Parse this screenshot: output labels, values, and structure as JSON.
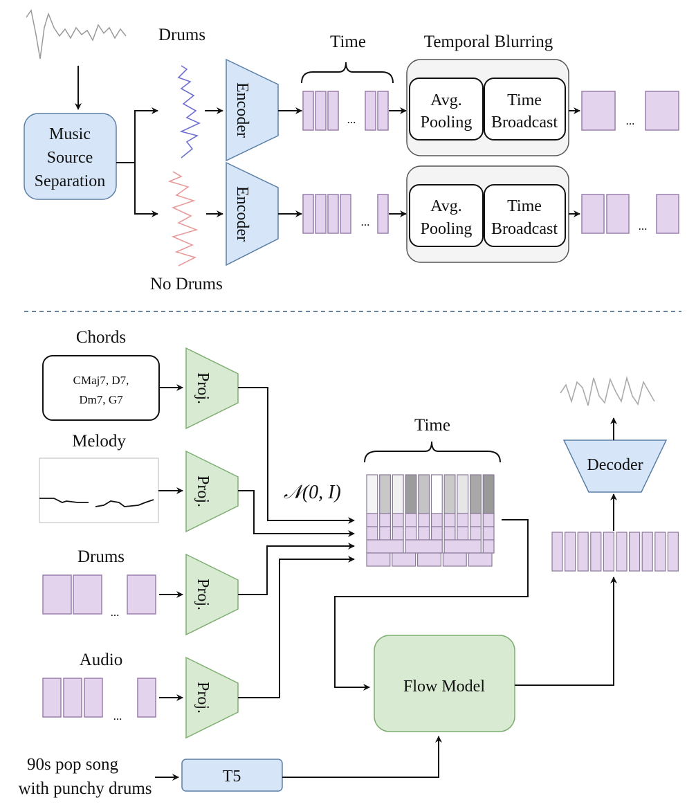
{
  "top": {
    "separation_label": [
      "Music",
      "Source",
      "Separation"
    ],
    "drums_label": "Drums",
    "no_drums_label": "No Drums",
    "encoder_label": "Encoder",
    "time_label": "Time",
    "temporal_blurring_label": "Temporal Blurring",
    "avg_pooling_label": [
      "Avg.",
      "Pooling"
    ],
    "time_broadcast_label": [
      "Time",
      "Broadcast"
    ],
    "ellipsis": "..."
  },
  "bottom": {
    "chords_label": "Chords",
    "chords_value": [
      "CMaj7, D7,",
      "Dm7, G7"
    ],
    "melody_label": "Melody",
    "drums_label": "Drums",
    "audio_label": "Audio",
    "proj_label": "Proj.",
    "noise_label": "𝒩(0, I)",
    "time_label": "Time",
    "decoder_label": "Decoder",
    "flow_model_label": "Flow Model",
    "t5_label": "T5",
    "prompt_text": [
      "90s pop song",
      "with punchy drums"
    ],
    "ellipsis": "..."
  },
  "colors": {
    "token_fill": "#e3d3ec",
    "blue_fill": "#d6e6f8",
    "green_fill": "#d8ebd2",
    "drums_wave": "#6f6fd0",
    "nodrums_wave": "#e89a9a",
    "mix_wave": "#999999"
  },
  "noise_shades": [
    "#f4f4f4",
    "#c8c8c8",
    "#f0f0f0",
    "#9c9c9c",
    "#c4c4c4",
    "#ffffff",
    "#cacaca",
    "#e6e6e6",
    "#a8a8a8",
    "#9a9a9a"
  ]
}
